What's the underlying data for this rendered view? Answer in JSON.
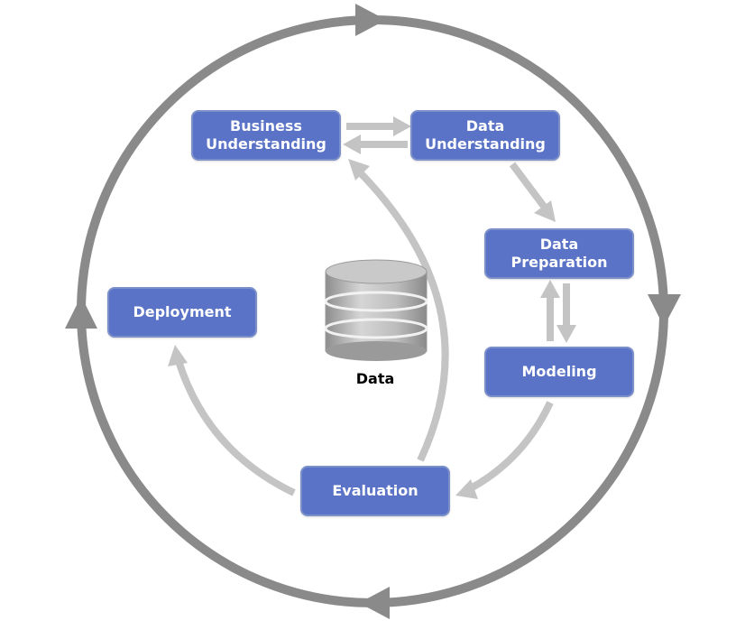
{
  "colors": {
    "node_fill": "#5a73c7",
    "node_border": "#7b8fc9",
    "outer_cycle": "#8a8a8a",
    "inner_arrows": "#c4c4c4",
    "database": "#a8a8a8"
  },
  "nodes": {
    "business_understanding": {
      "line1": "Business",
      "line2": "Understanding"
    },
    "data_understanding": {
      "line1": "Data",
      "line2": "Understanding"
    },
    "data_preparation": {
      "line1": "Data",
      "line2": "Preparation"
    },
    "modeling": {
      "label": "Modeling"
    },
    "evaluation": {
      "label": "Evaluation"
    },
    "deployment": {
      "label": "Deployment"
    }
  },
  "database": {
    "label": "Data",
    "icon": "database-icon"
  }
}
